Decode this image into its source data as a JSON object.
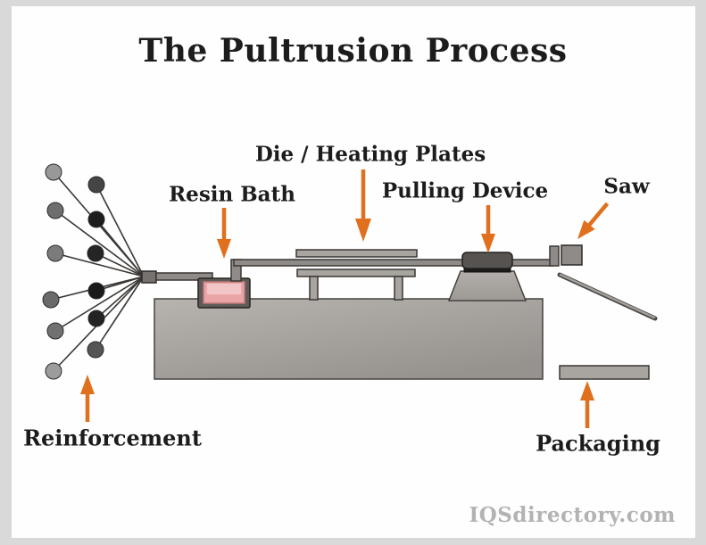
{
  "title": "The Pultrusion Process",
  "labels": {
    "die": "Die / Heating Plates",
    "resin_bath": "Resin Bath",
    "pulling": "Pulling Device",
    "saw": "Saw",
    "reinforcement": "Reinforcement",
    "packaging": "Packaging"
  },
  "watermark": "IQSdirectory.com",
  "colors": {
    "arrow": "#e0701d",
    "resin_fill": "#e9a5a5",
    "resin_light": "#f2c6c6",
    "machine_gray": "#a8a4a0",
    "frame": "#d9d9d9",
    "text": "#1c1c1c",
    "watermark": "#b3b3b3"
  }
}
